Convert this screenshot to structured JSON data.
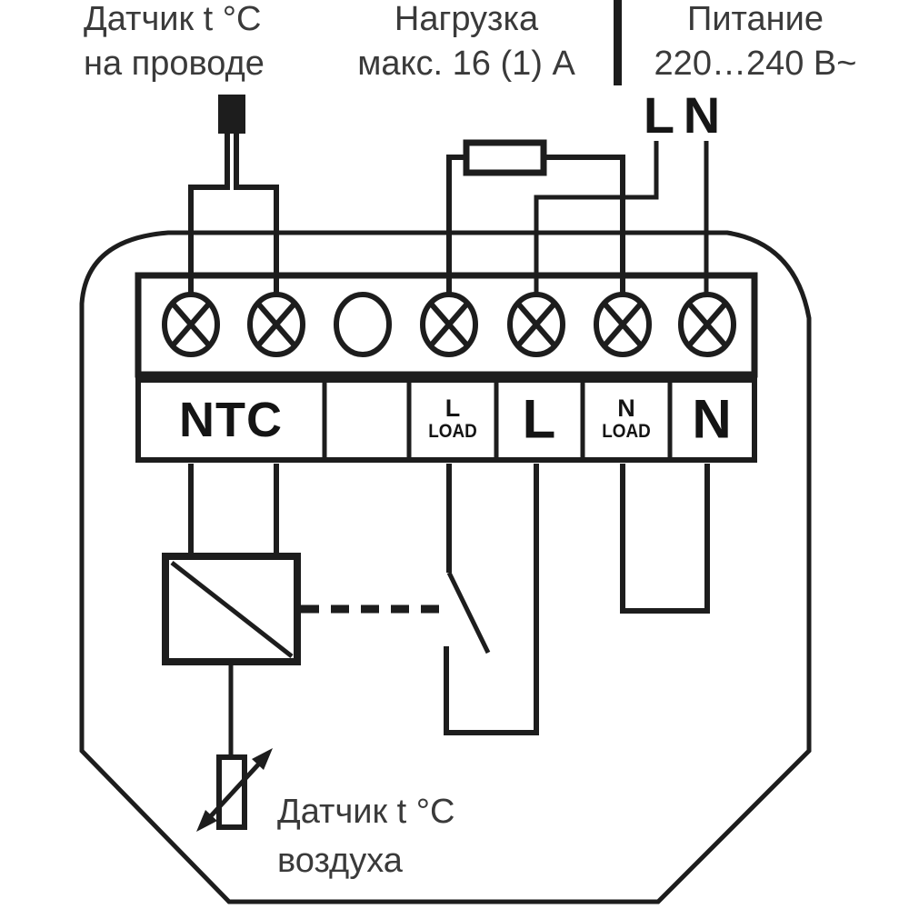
{
  "diagram": {
    "top_labels": {
      "wire_sensor": {
        "line1": "Датчик t °C",
        "line2": "на проводе"
      },
      "load": {
        "line1": "Нагрузка",
        "line2": "макс. 16 (1) А"
      },
      "power": {
        "line1": "Питание",
        "line2": "220…240 В~"
      },
      "supply_l": "L",
      "supply_n": "N"
    },
    "terminal_labels": {
      "ntc": "NTC",
      "l_load_line1": "L",
      "l_load_line2": "LOAD",
      "l": "L",
      "n_load_line1": "N",
      "n_load_line2": "LOAD",
      "n": "N"
    },
    "bottom_labels": {
      "air_sensor": {
        "line1": "Датчик t °C",
        "line2": "воздуха"
      }
    },
    "icons": {
      "terminal_screw": "circle-with-x-icon",
      "empty_terminal": "circle-icon",
      "relay": "square-with-diagonal-icon",
      "load_resistor": "resistor-rectangle-icon",
      "wire_sensor_probe": "probe-rectangle-icon",
      "air_sensor": "thermistor-with-arrow-icon",
      "switch": "open-contact-icon"
    },
    "colors": {
      "line": "#1d1d1d",
      "label_text": "#3a3a3a",
      "terminal_text": "#141414",
      "background": "#ffffff"
    }
  }
}
